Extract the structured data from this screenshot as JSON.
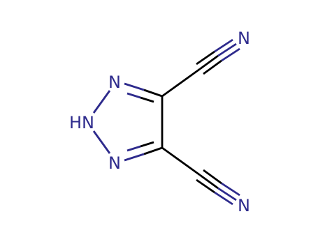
{
  "colors": {
    "background": "#ffffff",
    "carbon_bond": "#000000",
    "nitrogen": "#2d2a8c"
  },
  "atoms": {
    "n1": "N",
    "n2": "HN",
    "n3": "N",
    "nitrile_top": "N",
    "nitrile_bottom": "N"
  }
}
